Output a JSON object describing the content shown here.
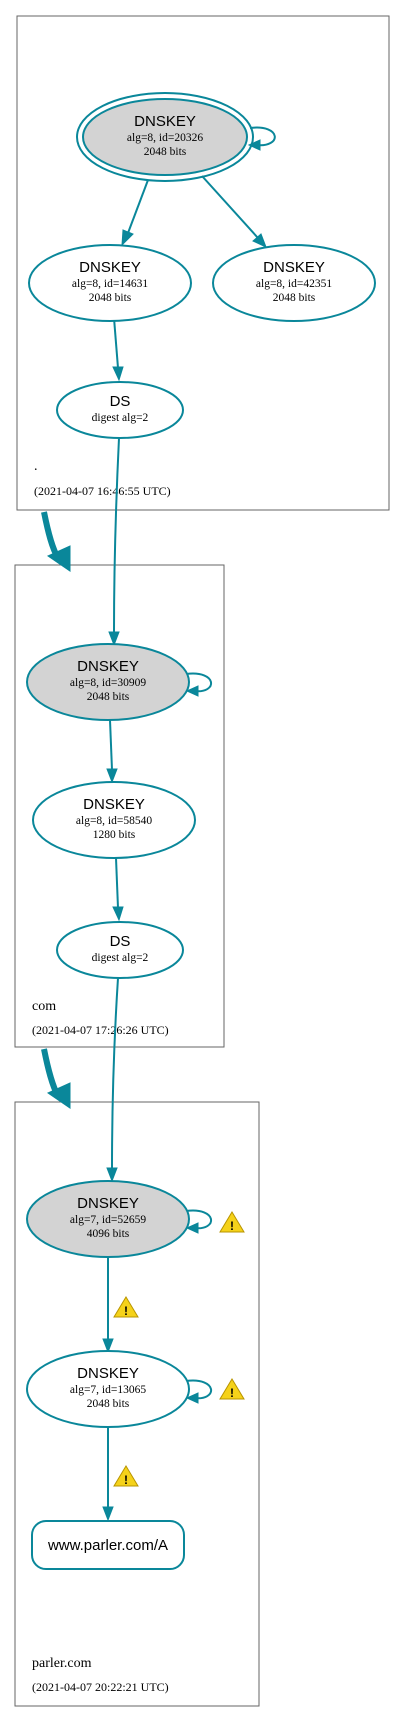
{
  "zones": [
    {
      "name": ".",
      "timestamp": "(2021-04-07 16:46:55 UTC)"
    },
    {
      "name": "com",
      "timestamp": "(2021-04-07 17:26:26 UTC)"
    },
    {
      "name": "parler.com",
      "timestamp": "(2021-04-07 20:22:21 UTC)"
    }
  ],
  "nodes": {
    "root_ksk": {
      "title": "DNSKEY",
      "line1": "alg=8, id=20326",
      "line2": "2048 bits"
    },
    "root_zsk1": {
      "title": "DNSKEY",
      "line1": "alg=8, id=14631",
      "line2": "2048 bits"
    },
    "root_zsk2": {
      "title": "DNSKEY",
      "line1": "alg=8, id=42351",
      "line2": "2048 bits"
    },
    "root_ds": {
      "title": "DS",
      "line1": "digest alg=2"
    },
    "com_ksk": {
      "title": "DNSKEY",
      "line1": "alg=8, id=30909",
      "line2": "2048 bits"
    },
    "com_zsk": {
      "title": "DNSKEY",
      "line1": "alg=8, id=58540",
      "line2": "1280 bits"
    },
    "com_ds": {
      "title": "DS",
      "line1": "digest alg=2"
    },
    "parler_ksk": {
      "title": "DNSKEY",
      "line1": "alg=7, id=52659",
      "line2": "4096 bits"
    },
    "parler_zsk": {
      "title": "DNSKEY",
      "line1": "alg=7, id=13065",
      "line2": "2048 bits"
    },
    "parler_rrset": {
      "title": "www.parler.com/A"
    }
  },
  "colors": {
    "edge": "#0a879a",
    "ksk_fill": "#d3d3d3",
    "warning": "#f5d21a"
  },
  "icons": [
    "warning-icon"
  ]
}
